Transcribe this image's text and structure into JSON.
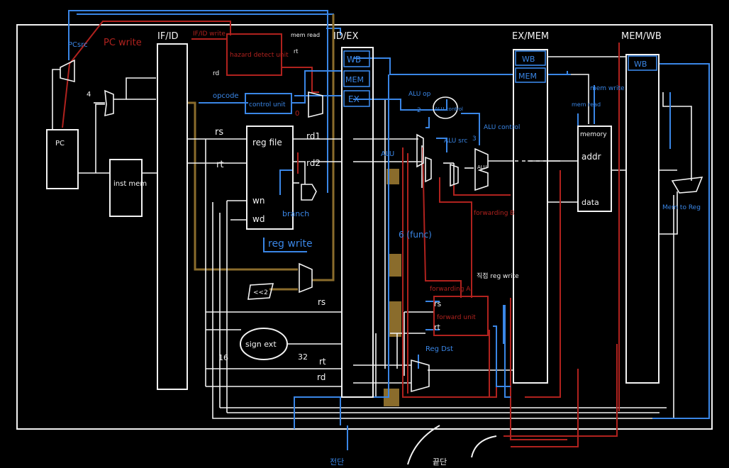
{
  "colors": {
    "background": "#000000",
    "white": "#f2f2f2",
    "blue": "#3a86e6",
    "red": "#b0221e",
    "gold": "#8a6c2c"
  },
  "stages": {
    "if_id": "IF/ID",
    "id_ex": "ID/EX",
    "ex_mem": "EX/MEM",
    "mem_wb": "MEM/WB"
  },
  "control": {
    "pcsrc": "PCsrc",
    "pc_write": "PC write",
    "ifid_write": "IF/ID write",
    "mem_read": "mem read",
    "rt_tag": "rt",
    "opcode": "opcode",
    "branch": "branch",
    "reg_write": "reg write",
    "alu_op": "ALU op",
    "alu_src": "ALU src",
    "alu_control": "ALU control",
    "reg_dst": "Reg Dst",
    "mem_write": "mem write",
    "mem_read2": "mem read",
    "mem_to_reg": "Mem to Reg",
    "forwarding_a": "forwarding A",
    "forwarding_b": "forwarding B",
    "regwrite_tag": "직접 reg write"
  },
  "units": {
    "hazard": "hazard detect unit",
    "control_unit": "control unit",
    "alu_control": "ALU control",
    "forwarding": "forward unit",
    "pc": "PC",
    "inst_mem": "inst mem",
    "reg_file": "reg file",
    "sign_ext": "sign ext",
    "data_memory": "memory",
    "addr": "addr",
    "data": "data",
    "alu": "ALU",
    "shift": "<<2"
  },
  "signals": {
    "rs": "rs",
    "rt": "rt",
    "rd1": "rd1",
    "rd2": "rd2",
    "wn": "wn",
    "wd": "wd",
    "n4": "4",
    "n16": "16",
    "n32": "32",
    "rd": "rd",
    "two": "2",
    "three": "3",
    "ex_rs": "rs",
    "ex_rt": "rt",
    "ex_rt2": "rt",
    "ex_rd": "rd",
    "imm_note": "6 (func)",
    "zero": "0"
  },
  "fields": {
    "wb": "WB",
    "mem": "MEM",
    "ex": "EX",
    "wb2": "WB",
    "mem2": "MEM",
    "wb3": "WB"
  },
  "notes": {
    "bottom_left": "전단",
    "bottom_mid": "끝단"
  }
}
